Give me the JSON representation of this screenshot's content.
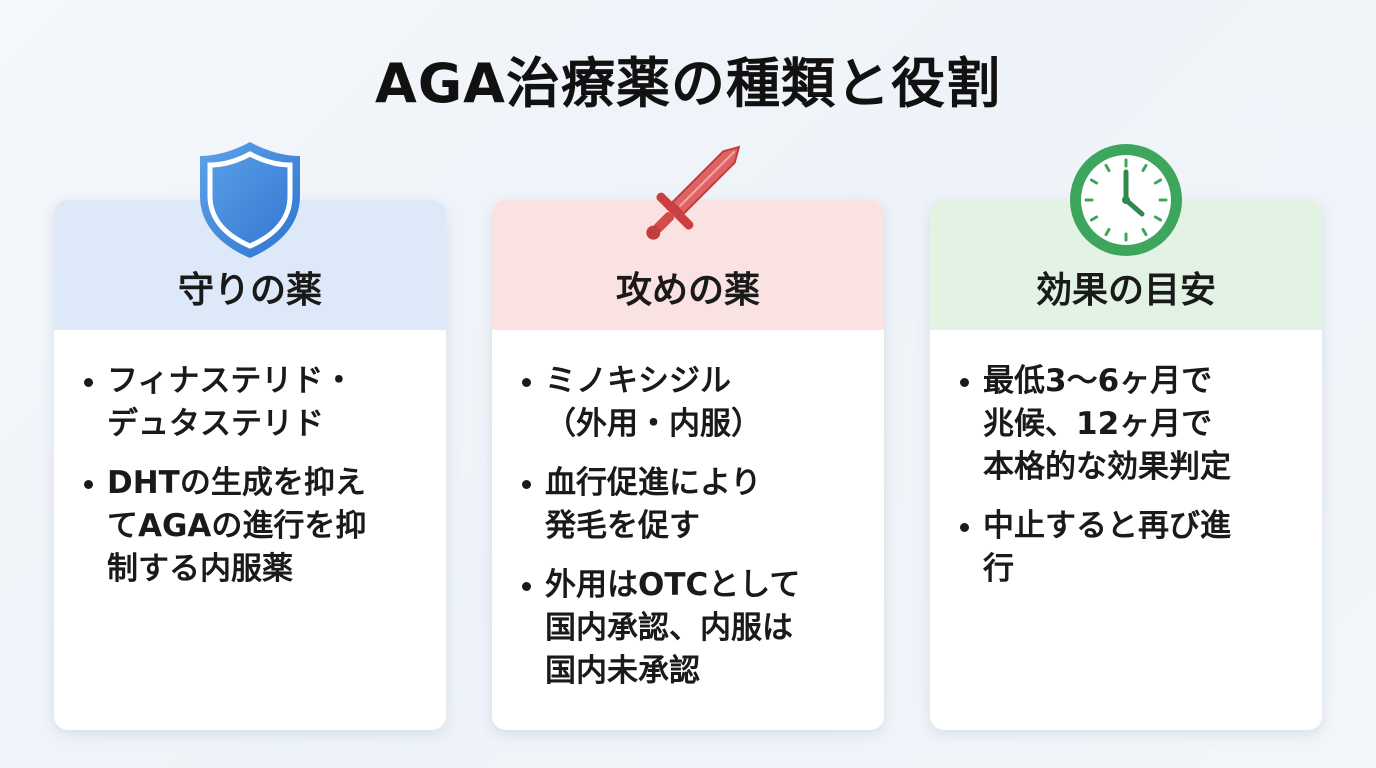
{
  "title": "AGA治療薬の種類と役割",
  "colors": {
    "defense_header": "#dde9f8",
    "offense_header": "#fbe2e2",
    "effect_header": "#e2f3e4",
    "shield_blue": "#3b82d9",
    "sword_red": "#d94848",
    "clock_green": "#3ea55c"
  },
  "cards": [
    {
      "title": "守りの薬",
      "icon": "shield-icon",
      "bullets": [
        "フィナステリド・\nデュタステリド",
        "DHTの生成を抑え\nてAGAの進行を抑\n制する内服薬"
      ]
    },
    {
      "title": "攻めの薬",
      "icon": "sword-icon",
      "bullets": [
        "ミノキシジル\n（外用・内服）",
        "血行促進により\n発毛を促す",
        "外用はOTCとして\n国内承認、内服は\n国内未承認"
      ]
    },
    {
      "title": "効果の目安",
      "icon": "clock-icon",
      "bullets": [
        "最低3〜6ヶ月で\n兆候、12ヶ月で\n本格的な効果判定",
        "中止すると再び進\n行"
      ]
    }
  ]
}
